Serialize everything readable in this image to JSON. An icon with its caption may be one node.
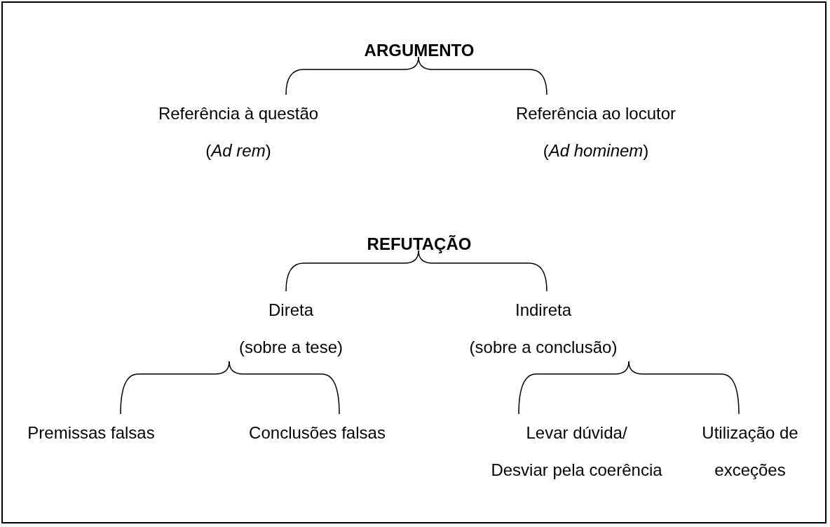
{
  "diagram": {
    "nodes": [
      {
        "text": [
          "ARGUMENTO"
        ]
      },
      {
        "text": [
          "Referência à questão",
          "(*Ad rem*)"
        ]
      },
      {
        "text": [
          "Referência ao locutor",
          "(*Ad hominem*)"
        ]
      },
      {
        "text": [
          "REFUTAÇÃO"
        ]
      },
      {
        "text": [
          "Direta",
          "(sobre a tese)"
        ]
      },
      {
        "text": [
          "Indireta",
          "(sobre a conclusão)"
        ]
      },
      {
        "text": [
          "Premissas falsas"
        ]
      },
      {
        "text": [
          "Conclusões falsas"
        ]
      },
      {
        "text": [
          "Levar dúvida/",
          "Desviar pela coerência"
        ]
      },
      {
        "text": [
          "Utilização de",
          "exceções"
        ]
      }
    ],
    "edges": [
      {
        "from": 0,
        "to": 1,
        "arrow": "none"
      },
      {
        "from": 0,
        "to": 2,
        "arrow": "none"
      },
      {
        "from": 3,
        "to": 4,
        "arrow": "none"
      },
      {
        "from": 3,
        "to": 5,
        "arrow": "none"
      },
      {
        "from": 4,
        "to": 6,
        "arrow": "none"
      },
      {
        "from": 4,
        "to": 7,
        "arrow": "none"
      },
      {
        "from": 5,
        "to": 8,
        "arrow": "none"
      },
      {
        "from": 5,
        "to": 9,
        "arrow": "none"
      }
    ]
  }
}
